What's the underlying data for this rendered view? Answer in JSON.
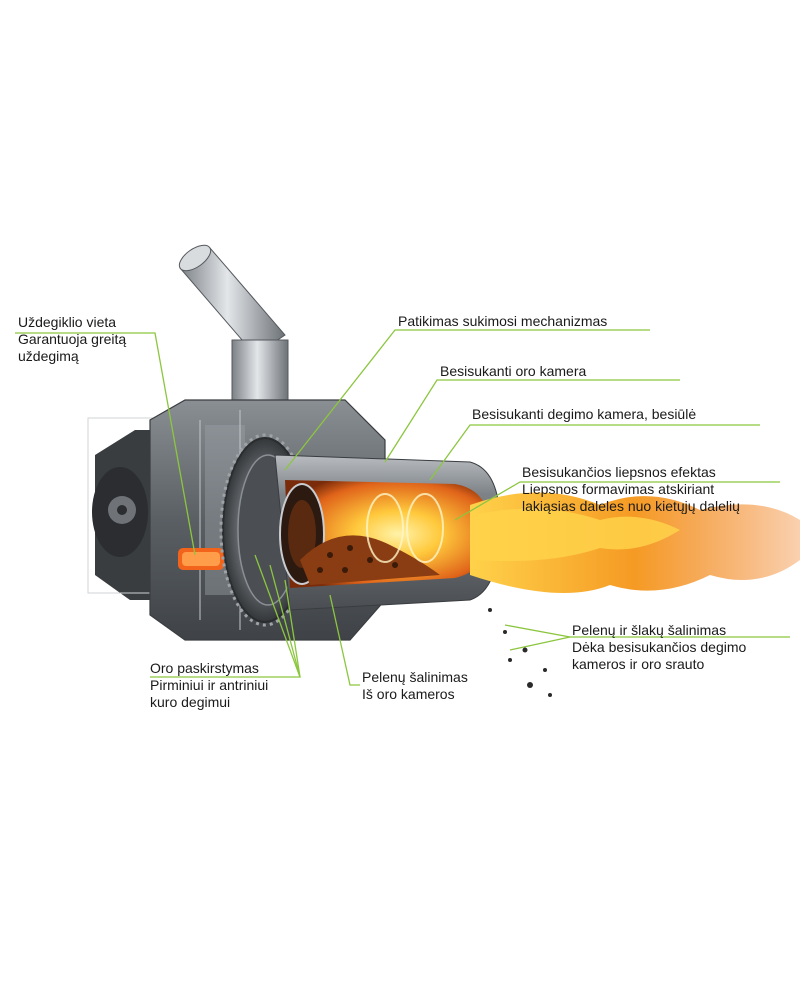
{
  "colors": {
    "leader_line": "#8cc63f",
    "metal_dark": "#55595e",
    "metal_light": "#c9cdd1",
    "flame_core": "#ffd24a",
    "flame_outer": "#f07b1a"
  },
  "labels": {
    "igniter": {
      "title": "Uždegiklio vieta",
      "lines": [
        "Garantuoja greitą",
        "uždegimą"
      ]
    },
    "rotation": {
      "title": "Patikimas sukimosi mechanizmas"
    },
    "air_chamber": {
      "title": "Besisukanti oro kamera"
    },
    "combustion_chamber": {
      "title": "Besisukanti degimo kamera, besiūlė"
    },
    "flame_effect": {
      "title": "Besisukančios liepsnos efektas",
      "lines": [
        "Liepsnos formavimas atskiriant",
        "lakiąsias daleles nuo kietųjų dalelių"
      ]
    },
    "ash_slag": {
      "title": "Pelenų ir šlakų šalinimas",
      "lines": [
        "Dėka besisukančios degimo",
        "kameros ir oro srauto"
      ]
    },
    "air_distribution": {
      "title": "Oro paskirstymas",
      "lines": [
        "Pirminiui ir antriniui",
        "kuro degimui"
      ]
    },
    "ash_removal": {
      "title": "Pelenų šalinimas",
      "lines": [
        "Iš oro kameros"
      ]
    }
  }
}
